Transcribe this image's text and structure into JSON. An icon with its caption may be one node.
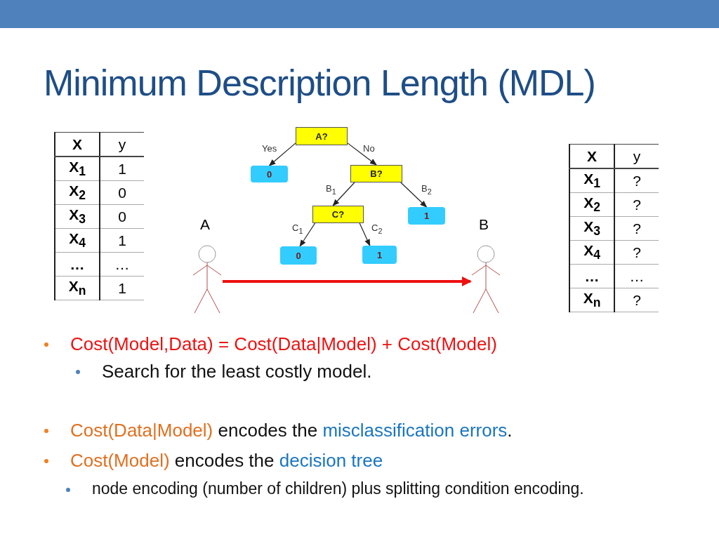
{
  "diagram": {
    "title": "Minimum Description Length (MDL)",
    "nodes": [
      {
        "text": [
          "A?"
        ]
      },
      {
        "text": [
          "0"
        ]
      },
      {
        "text": [
          "B?"
        ]
      },
      {
        "text": [
          "C?"
        ]
      },
      {
        "text": [
          "1"
        ]
      },
      {
        "text": [
          "0"
        ]
      },
      {
        "text": [
          "1"
        ]
      },
      {
        "text": [
          "A"
        ]
      },
      {
        "text": [
          "B"
        ]
      }
    ],
    "edges": [
      {
        "from": 0,
        "to": 1,
        "arrow": "to",
        "label": "Yes"
      },
      {
        "from": 0,
        "to": 2,
        "arrow": "to",
        "label": "No"
      },
      {
        "from": 2,
        "to": 3,
        "arrow": "to",
        "label": "B$_{1}$"
      },
      {
        "from": 2,
        "to": 4,
        "arrow": "to",
        "label": "B$_{2}$"
      },
      {
        "from": 3,
        "to": 5,
        "arrow": "to",
        "label": "C$_{1}$"
      },
      {
        "from": 3,
        "to": 6,
        "arrow": "to",
        "label": "C$_{2}$"
      },
      {
        "from": 7,
        "to": 8,
        "arrow": "to",
        "style": "thick",
        "color": "#ee1111"
      }
    ],
    "labels": [
      "X",
      "y",
      "X$_{1}$",
      "1",
      "X$_{2}$",
      "0",
      "X$_{3}$",
      "0",
      "X$_{4}$",
      "1",
      "…",
      "…",
      "X$_{n}$",
      "1",
      "X",
      "y",
      "X$_{1}$",
      "?",
      "X$_{2}$",
      "?",
      "X$_{3}$",
      "?",
      "X$_{4}$",
      "?",
      "…",
      "…",
      "X$_{n}$",
      "?",
      "Cost(Model,Data) = Cost(Data|Model) + Cost(Model)",
      "Search for the least costly model.",
      "Cost(Data|Model)",
      "encodes the",
      "misclassification errors",
      ".",
      "Cost(Model)",
      "encodes the",
      "decision tree",
      "node encoding (number of children) plus splitting condition encoding."
    ]
  }
}
